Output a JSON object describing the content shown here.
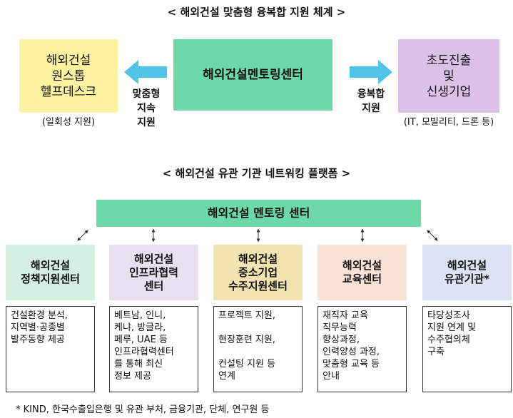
{
  "title1": "< 해외건설 맞춤형 융복합 지원 체계 >",
  "top": {
    "left_box": "해외건설\n원스톱\n헬프데스크",
    "left_caption": "(일회성 지원)",
    "center_box": "해외건설멘토링센터",
    "right_box": "초도진출\n및\n신생기업",
    "right_caption": "(IT, 모빌리티, 드론 등)",
    "left_arrow_label": "맞춤형\n지속\n지원",
    "right_arrow_label": "융복합\n지원"
  },
  "title2": "< 해외건설 유관 기관 네트워킹 플랫폼 >",
  "network": {
    "center": "해외건설 멘토링 센터",
    "nodes": [
      {
        "name": "해외건설\n정책지원센터",
        "color": "#d5efe3",
        "desc": "건설환경 분석,\n지역별·공종별\n발주동향 제공"
      },
      {
        "name": "해외건설\n인프라협력\n센터",
        "color": "#e8dff0",
        "desc": "베트남, 인니,\n케냐, 방글라,\n페루, UAE 등\n인프라협력센터\n를 통해 최신\n정보 제공"
      },
      {
        "name": "해외건설\n중소기업\n수주지원센터",
        "color": "#f3e3b0",
        "desc": "프로젝트 지원,\n\n현장훈련 지원,\n\n컨설팅 지원 등\n연계"
      },
      {
        "name": "해외건설\n교육센터",
        "color": "#fbe2d6",
        "desc": "재직자 교육\n직무능력\n향상과정,\n인력양성 과정,\n맞춤형 교육 등\n안내"
      },
      {
        "name": "해외건설\n유관기관*",
        "color": "#dde3f4",
        "desc": "타당성조사\n지원 연계 및\n수주협의체\n구축"
      }
    ]
  },
  "footnote": "* KIND, 한국수출입은행 및 유관 부처, 금융기관, 단체, 연구원 등",
  "colors": {
    "yellow": "#fdf2a0",
    "green": "#6dd9a8",
    "purple": "#dcc0e8",
    "arrow": "#4fc3e8"
  }
}
